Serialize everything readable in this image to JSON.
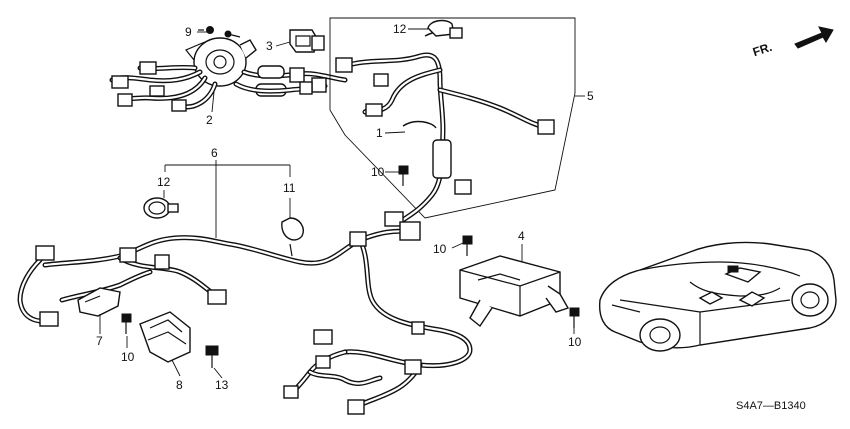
{
  "diagram_code": "S4A7—B1340",
  "direction_label": "FR.",
  "callouts": {
    "c1": "1",
    "c2": "2",
    "c3": "3",
    "c4": "4",
    "c5": "5",
    "c6": "6",
    "c7": "7",
    "c8": "8",
    "c9": "9",
    "c10a": "10",
    "c10b": "10",
    "c10c": "10",
    "c10d": "10",
    "c11": "11",
    "c12a": "12",
    "c12b": "12",
    "c13": "13"
  }
}
